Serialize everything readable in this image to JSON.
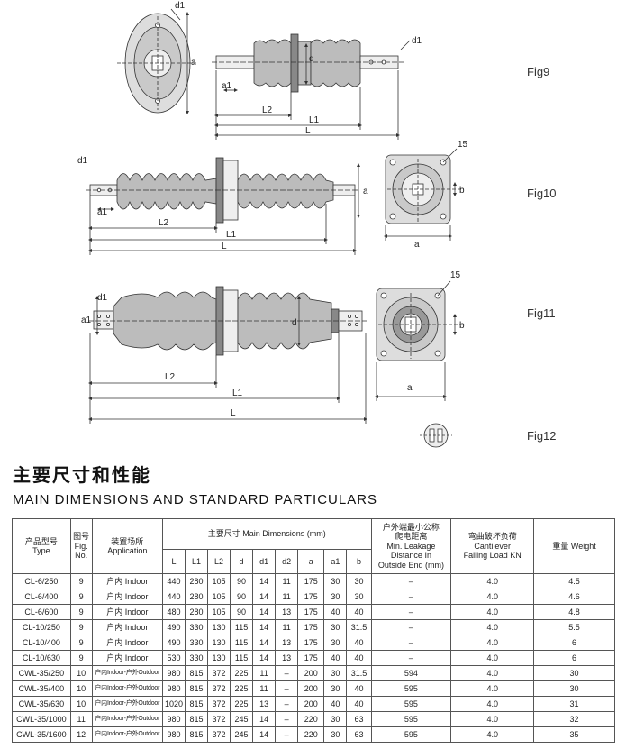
{
  "figures": [
    {
      "label": "Fig9"
    },
    {
      "label": "Fig10"
    },
    {
      "label": "Fig11"
    },
    {
      "label": "Fig12"
    }
  ],
  "dimension_labels": {
    "d1": "d1",
    "a": "a",
    "a1": "a1",
    "b": "b",
    "d": "d",
    "L": "L",
    "L1": "L1",
    "L2": "L2",
    "n15": "15"
  },
  "title_cn": "主要尺寸和性能",
  "title_en": "MAIN DIMENSIONS AND STANDARD PARTICULARS",
  "table": {
    "headers": {
      "type": "产品型号\nType",
      "fig": "图号\nFig.\nNo.",
      "application": "装置场所\nApplication",
      "main_dims": "主要尺寸 Main Dimensions (mm)",
      "leakage": "户外端最小公称\n爬电距离\nMin. Leakage\nDistance In\nOutside End (mm)",
      "cantilever": "弯曲破坏负荷\nCantilever\nFailing Load KN",
      "weight": "重量 Weight"
    },
    "dim_columns": [
      "L",
      "L1",
      "L2",
      "d",
      "d1",
      "d2",
      "a",
      "a1",
      "b"
    ],
    "rows": [
      [
        "CL-6/250",
        "9",
        "户内 Indoor",
        "440",
        "280",
        "105",
        "90",
        "14",
        "11",
        "175",
        "30",
        "30",
        "–",
        "4.0",
        "4.5"
      ],
      [
        "CL-6/400",
        "9",
        "户内 Indoor",
        "440",
        "280",
        "105",
        "90",
        "14",
        "11",
        "175",
        "30",
        "30",
        "–",
        "4.0",
        "4.6"
      ],
      [
        "CL-6/600",
        "9",
        "户内 Indoor",
        "480",
        "280",
        "105",
        "90",
        "14",
        "13",
        "175",
        "40",
        "40",
        "–",
        "4.0",
        "4.8"
      ],
      [
        "CL-10/250",
        "9",
        "户内 Indoor",
        "490",
        "330",
        "130",
        "115",
        "14",
        "11",
        "175",
        "30",
        "31.5",
        "–",
        "4.0",
        "5.5"
      ],
      [
        "CL-10/400",
        "9",
        "户内 Indoor",
        "490",
        "330",
        "130",
        "115",
        "14",
        "13",
        "175",
        "30",
        "40",
        "–",
        "4.0",
        "6"
      ],
      [
        "CL-10/630",
        "9",
        "户内 Indoor",
        "530",
        "330",
        "130",
        "115",
        "14",
        "13",
        "175",
        "40",
        "40",
        "–",
        "4.0",
        "6"
      ],
      [
        "CWL-35/250",
        "10",
        "户内Indoor-户外Outdoor",
        "980",
        "815",
        "372",
        "225",
        "11",
        "–",
        "200",
        "30",
        "31.5",
        "594",
        "4.0",
        "30"
      ],
      [
        "CWL-35/400",
        "10",
        "户内Indoor-户外Outdoor",
        "980",
        "815",
        "372",
        "225",
        "11",
        "–",
        "200",
        "30",
        "40",
        "595",
        "4.0",
        "30"
      ],
      [
        "CWL-35/630",
        "10",
        "户内Indoor-户外Outdoor",
        "1020",
        "815",
        "372",
        "225",
        "13",
        "–",
        "200",
        "40",
        "40",
        "595",
        "4.0",
        "31"
      ],
      [
        "CWL-35/1000",
        "11",
        "户内Indoor-户外Outdoor",
        "980",
        "815",
        "372",
        "245",
        "14",
        "–",
        "220",
        "30",
        "63",
        "595",
        "4.0",
        "32"
      ],
      [
        "CWL-35/1600",
        "12",
        "户内Indoor-户外Outdoor",
        "980",
        "815",
        "372",
        "245",
        "14",
        "–",
        "220",
        "30",
        "63",
        "595",
        "4.0",
        "35"
      ]
    ]
  },
  "colors": {
    "line": "#333333",
    "fill_porcelain": "#bcbcbc",
    "fill_dark": "#6e6e6e"
  }
}
